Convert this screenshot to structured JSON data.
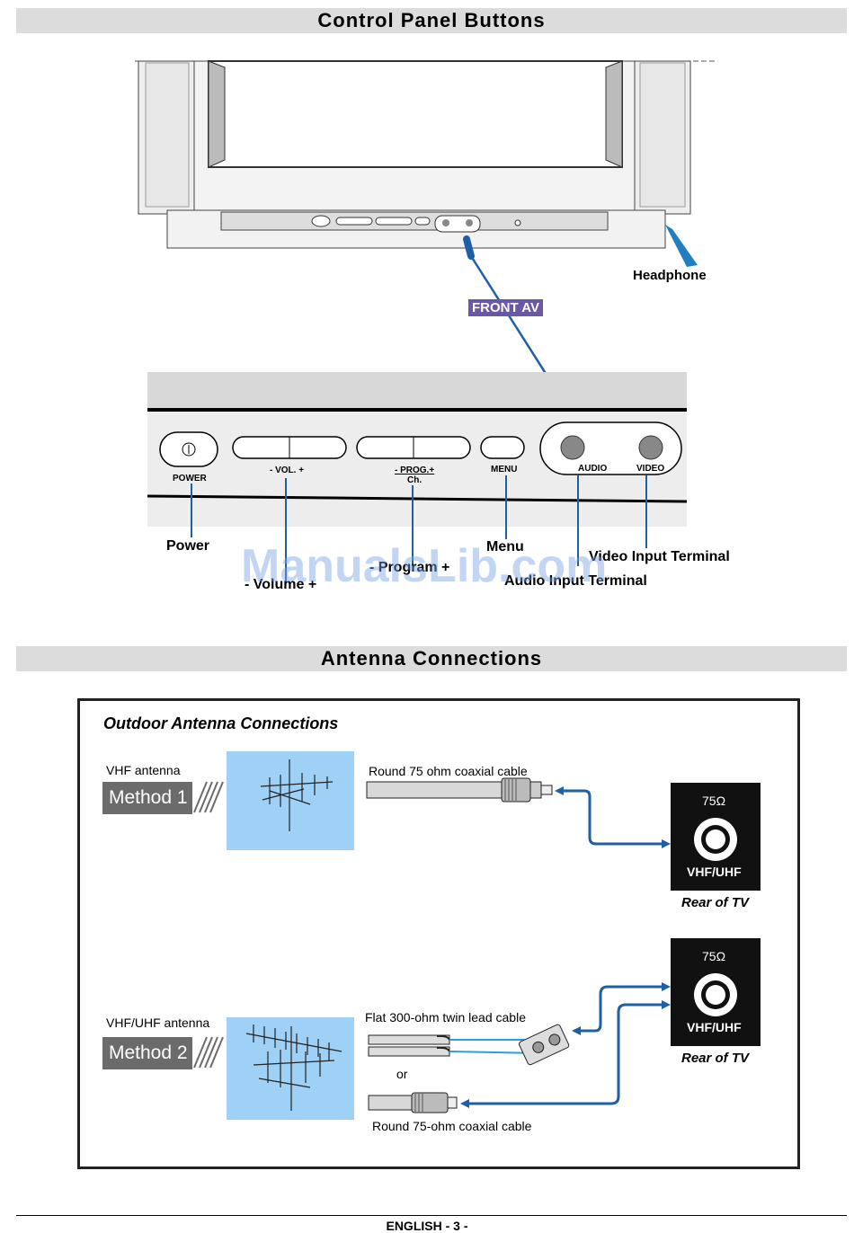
{
  "sections": {
    "control_panel_title": "Control Panel Buttons",
    "antenna_title": "Antenna Connections"
  },
  "tv_labels": {
    "headphone": "Headphone",
    "front_av": "FRONT AV"
  },
  "panel_labels": {
    "power": "POWER",
    "vol": "- VOL. +",
    "prog": "- PROG.+",
    "ch": "Ch.",
    "menu": "MENU",
    "audio": "AUDIO",
    "video": "VIDEO"
  },
  "callouts": {
    "power": "Power",
    "menu": "Menu",
    "video_input": "Video Input Terminal",
    "program": "- Program +",
    "audio_input": "Audio Input Terminal",
    "volume": "- Volume +"
  },
  "watermark": "ManualsLib.com",
  "antenna": {
    "box_title": "Outdoor Antenna Connections",
    "method1": {
      "antenna_label": "VHF antenna",
      "method": "Method 1",
      "cable": "Round 75 ohm coaxial cable"
    },
    "method2": {
      "antenna_label": "VHF/UHF antenna",
      "method": "Method 2",
      "cable_flat": "Flat 300-ohm twin lead cable",
      "or": "or",
      "cable_round": "Round 75-ohm coaxial cable"
    },
    "rear_tv": {
      "ohm": "75Ω",
      "port": "VHF/UHF",
      "caption": "Rear of TV"
    }
  },
  "footer": "ENGLISH   - 3 -",
  "colors": {
    "badge": "#6a58a6",
    "connector": "#1f5fa6",
    "antenna_bg": "#9fd0f5",
    "section_bar": "#dcdcdc"
  }
}
